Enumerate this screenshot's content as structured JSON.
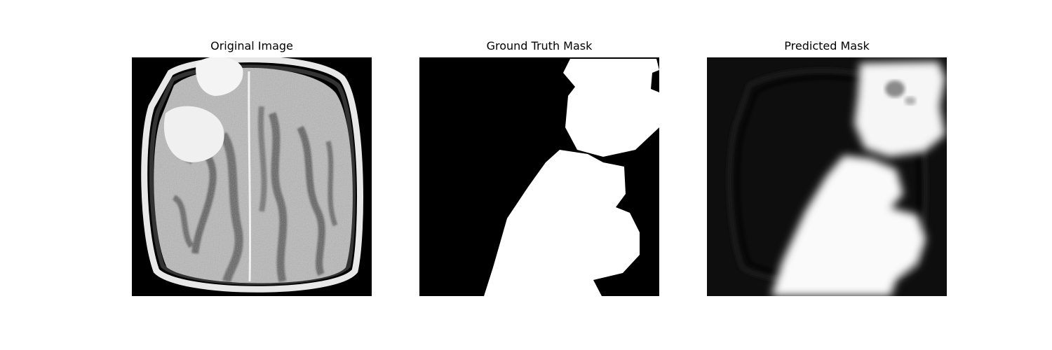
{
  "panels": [
    {
      "title": "Original Image"
    },
    {
      "title": "Ground Truth Mask"
    },
    {
      "title": "Predicted Mask"
    }
  ],
  "colors": {
    "background": "#ffffff",
    "image_background": "#000000",
    "mask_foreground": "#ffffff",
    "title_text": "#000000"
  }
}
